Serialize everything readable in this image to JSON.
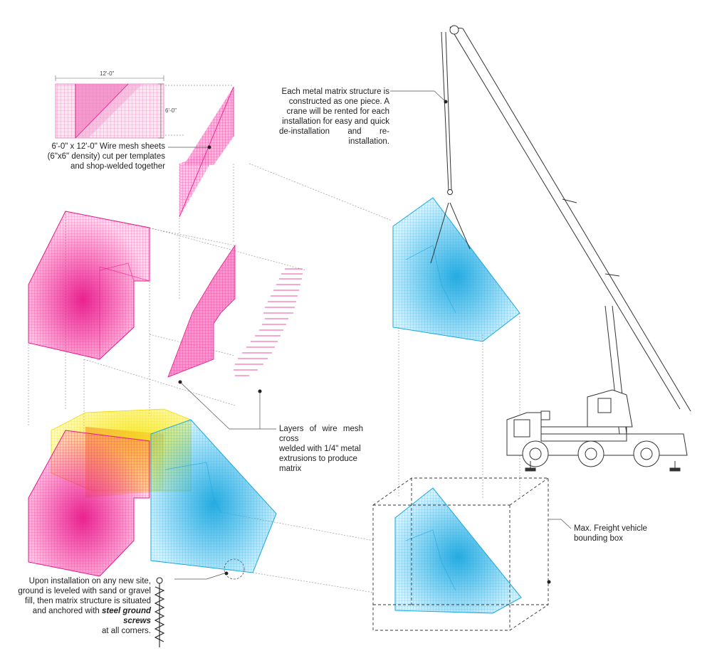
{
  "colors": {
    "magenta": "#e8178a",
    "cyan": "#1aa7e0",
    "yellow": "#f4e81b",
    "pink_light": "#f7b3d8",
    "leader": "#555555"
  },
  "template": {
    "width_label": "12'-0\"",
    "height_label": "6'-0\""
  },
  "annotations": {
    "crane_note": {
      "lines": [
        "Each metal matrix structure is",
        "constructed as one piece. A",
        "crane will be rented for each",
        "installation for easy and quick",
        "de-installation and re-installation."
      ]
    },
    "mesh_note": {
      "lines": [
        "6'-0\" x 12'-0\" Wire mesh sheets",
        "(6\"x6\" density) cut per templates",
        "and shop-welded together"
      ]
    },
    "layers_note": {
      "lines": [
        "Layers of wire mesh cross",
        "welded with 1/4\" metal",
        "extrusions to produce",
        "matrix"
      ]
    },
    "freight_note": {
      "lines": [
        "Max. Freight vehicle",
        "bounding box"
      ]
    },
    "install_note": {
      "line1": "Upon installation on any new site,",
      "line2": "ground is leveled with sand or gravel",
      "line3": "fill, then matrix structure is situated",
      "line4_prefix": "and anchored with ",
      "line4_emphasis": "steel ground screws",
      "line5": "at all corners."
    }
  },
  "icons": {
    "ground_screw": "ground-screw-icon",
    "crane": "mobile-crane-icon"
  }
}
